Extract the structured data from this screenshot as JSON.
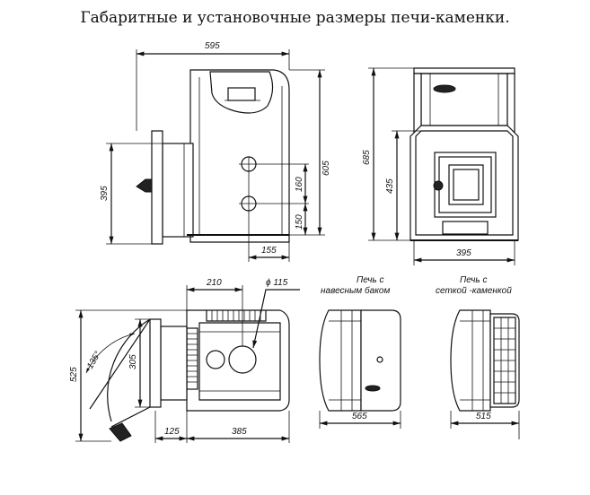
{
  "title": "Габаритные и установочные размеры печи-каменки.",
  "dimensions": {
    "side_width": "595",
    "side_height_395": "395",
    "side_height_605": "605",
    "side_160": "160",
    "side_150": "150",
    "side_155": "155",
    "front_685": "685",
    "front_435": "435",
    "front_395": "395",
    "top_210": "210",
    "top_dia": "ϕ 115",
    "top_525": "525",
    "top_305": "305",
    "top_angle": "135°",
    "top_125": "125",
    "top_385": "385",
    "tank_565": "565",
    "grid_515": "515"
  },
  "labels": {
    "tank_line1": "Печь с",
    "tank_line2": "навесным баком",
    "grid_line1": "Печь с",
    "grid_line2": "сеткой -каменкой"
  }
}
